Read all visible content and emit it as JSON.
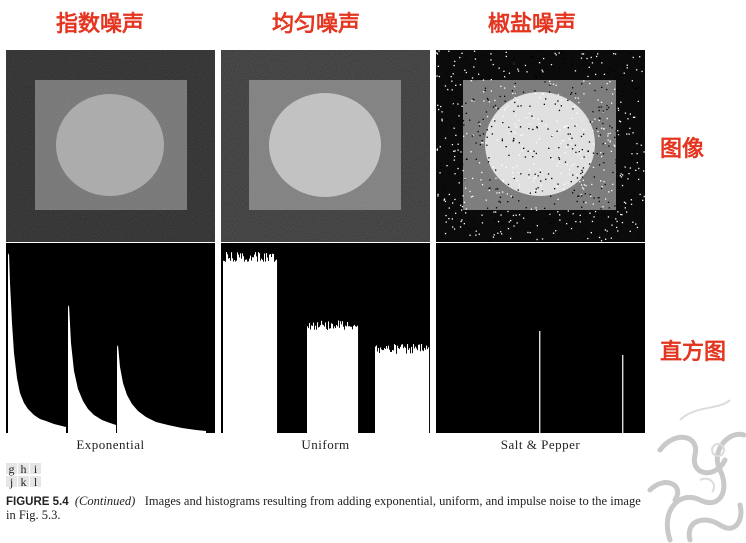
{
  "titles": {
    "exponential": "指数噪声",
    "uniform": "均匀噪声",
    "salt_pepper": "椒盐噪声"
  },
  "row_labels": {
    "image": "图像",
    "histogram": "直方图"
  },
  "histogram_captions": {
    "exponential": "Exponential",
    "uniform": "Uniform",
    "salt_pepper": "Salt & Pepper"
  },
  "panel_key": {
    "row1": [
      "g",
      "h",
      "i"
    ],
    "row2": [
      "j",
      "k",
      "l"
    ]
  },
  "figure_caption": {
    "label": "FIGURE 5.4",
    "continued": "(Continued)",
    "text": "Images and histograms resulting from adding exponential, uniform, and impulse noise to the image in Fig. 5.3."
  },
  "colors": {
    "title_red": "#e3351f"
  }
}
